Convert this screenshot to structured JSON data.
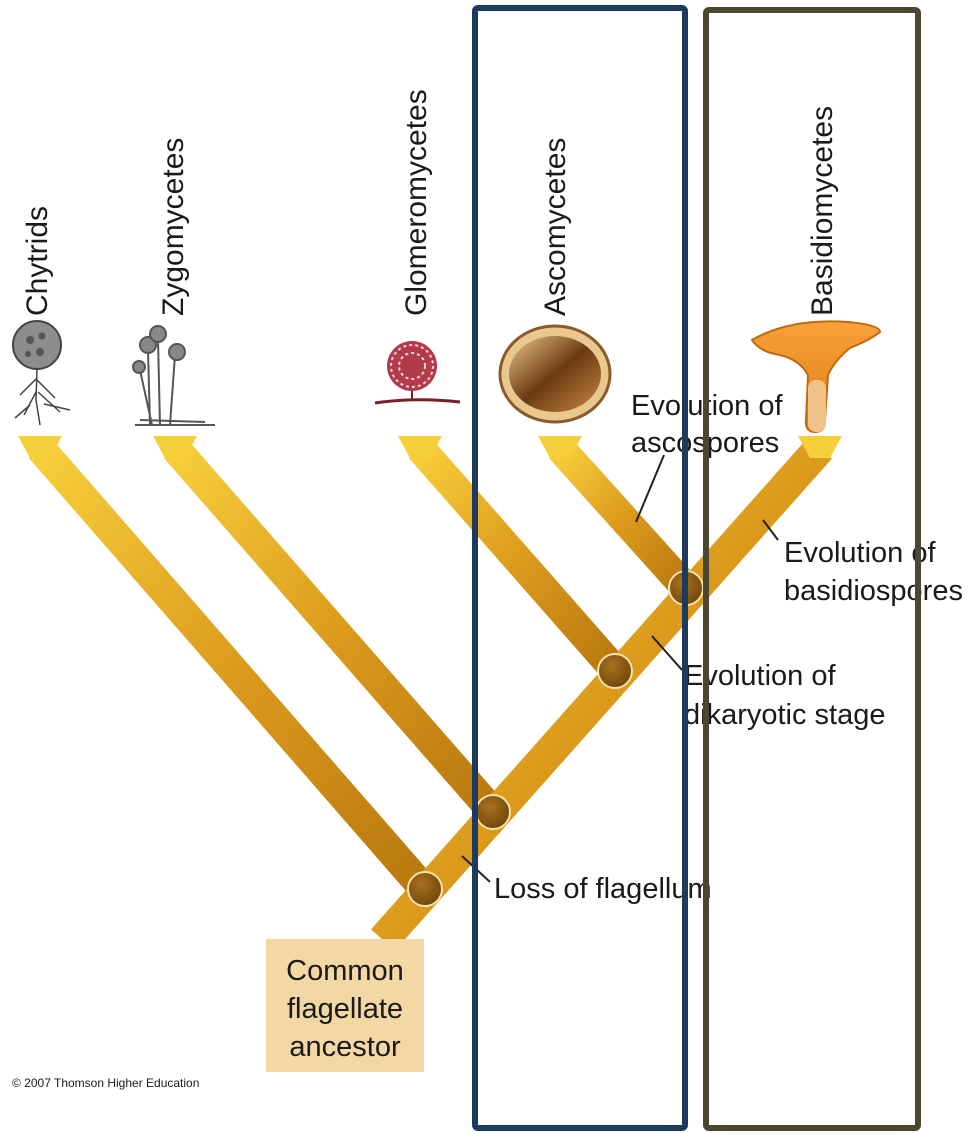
{
  "taxa": [
    "Chytrids",
    "Zygomycetes",
    "Glomeromycetes",
    "Ascomycetes",
    "Basidiomycetes"
  ],
  "events": {
    "ascospores": [
      "Evolution of",
      "ascospores"
    ],
    "basidiospores": [
      "Evolution of",
      "basidiospores"
    ],
    "dikaryotic": [
      "Evolution of",
      "dikaryotic stage"
    ],
    "flagellum": [
      "Loss of flagellum"
    ]
  },
  "root_label": [
    "Common",
    "flagellate",
    "ancestor"
  ],
  "copyright": "© 2007 Thomson Higher Education",
  "colors": {
    "branch_light": "#f2c12e",
    "branch_dark": "#b8780e",
    "node": "#8a5a12",
    "root_box": "#f3d7a4",
    "highlight_ascomycetes": "#1f3a5f",
    "highlight_basidiomycetes": "#4a4630"
  }
}
